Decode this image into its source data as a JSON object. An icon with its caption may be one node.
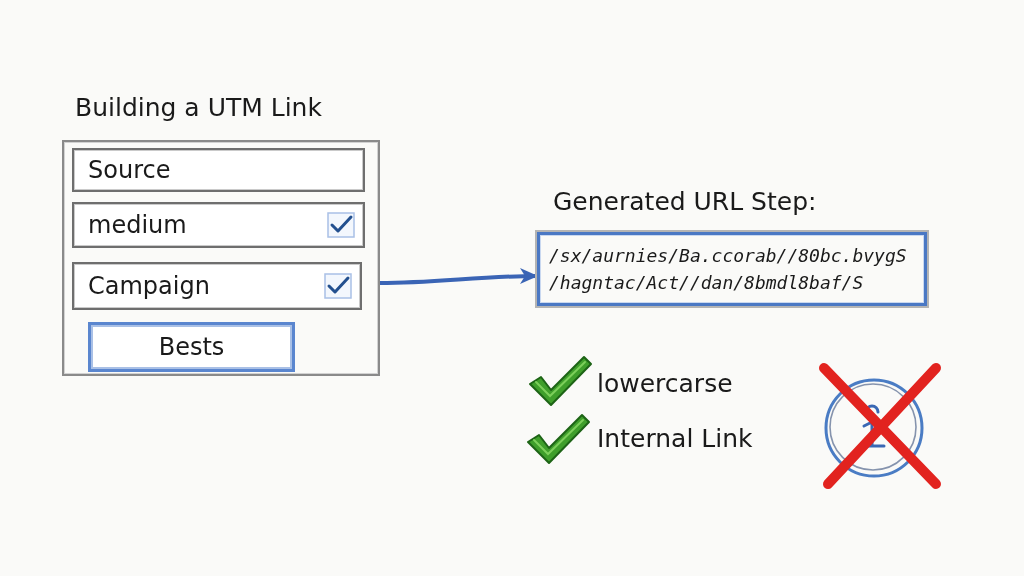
{
  "diagram": {
    "nodes": [
      {
        "text": [
          "Building a UTM Link"
        ]
      },
      {
        "text": [
          "Source"
        ],
        "in": 0
      },
      {
        "text": [
          "medium"
        ],
        "in": 0
      },
      {
        "text": [
          "Campaign"
        ],
        "in": 0
      },
      {
        "text": [
          "Bests"
        ],
        "in": 0
      },
      {
        "text": [
          "Generated URL Step:",
          "/sx/aurnies/Ba.ccorab//80bc.bvygS /hagntac/Act//dan/8bmdl8baf/S"
        ]
      }
    ],
    "edges": [
      {
        "from": 0,
        "to": 5,
        "arrow": "to"
      }
    ],
    "labels": [
      "lowercarse",
      "Internal Link"
    ]
  }
}
